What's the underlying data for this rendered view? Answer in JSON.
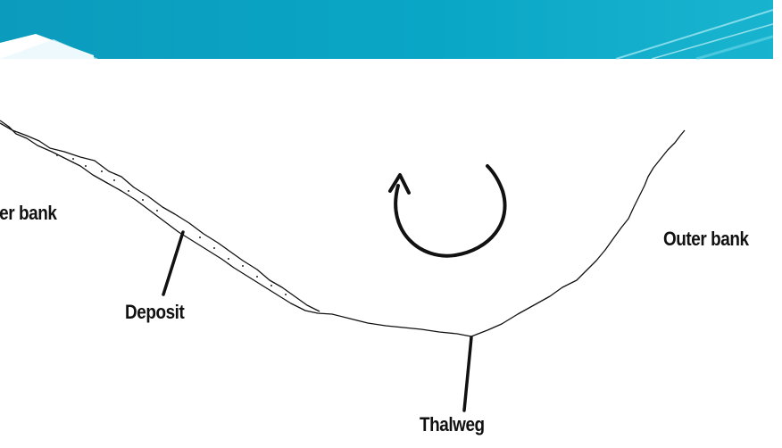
{
  "labels": {
    "inner_bank": "ner bank",
    "deposit": "Deposit",
    "outer_bank": "Outer bank",
    "thalweg": "Thalweg"
  },
  "colors": {
    "header_teal": "#0aa6c6",
    "header_dark": "#0b8fb0",
    "header_light": "#7fe0ef",
    "ink": "#111111"
  }
}
